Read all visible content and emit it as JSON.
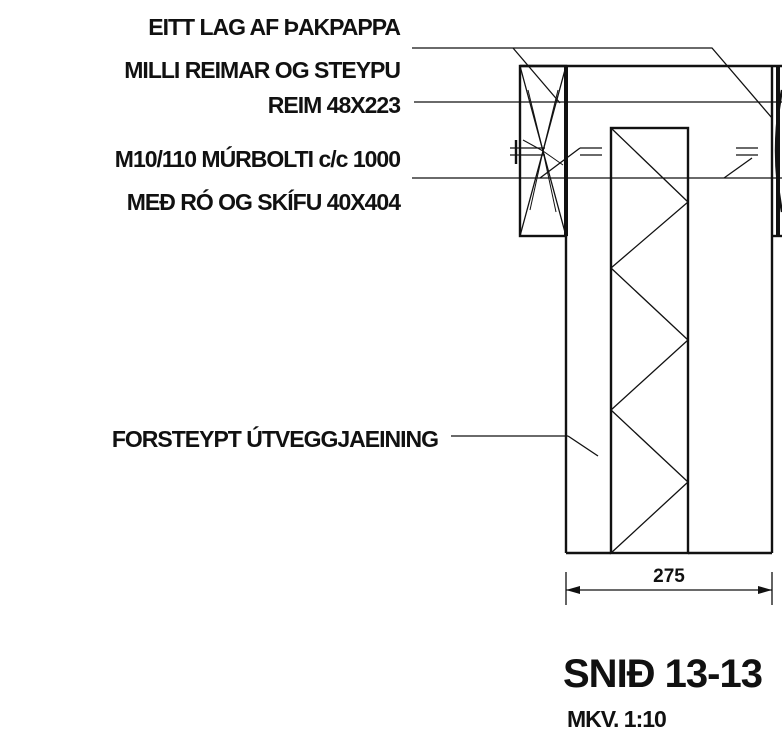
{
  "labels": {
    "tar_paper_line1": "EITT LAG  AF ÞAKPAPPA",
    "tar_paper_line2": "MILLI REIMAR OG STEYPU",
    "batten": "REIM 48X223",
    "bolt_line1": "M10/110 MÚRBOLTI c/c 1000",
    "bolt_line2": "MEÐ RÓ OG SKÍFU 40X404",
    "precast_wall": "FORSTEYPT ÚTVEGGJAEINING"
  },
  "dimension": {
    "value": "275"
  },
  "title": {
    "section": "SNIÐ 13-13",
    "scale": "MKV. 1:10"
  }
}
